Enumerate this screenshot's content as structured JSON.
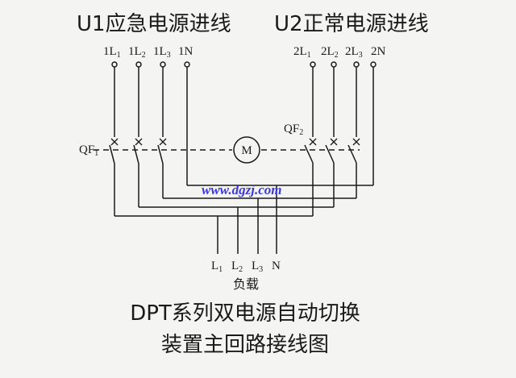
{
  "diagram": {
    "source1_title": "U1应急电源进线",
    "source2_title": "U2正常电源进线",
    "source1_terminals": [
      {
        "base": "1L",
        "sub": "1"
      },
      {
        "base": "1L",
        "sub": "2"
      },
      {
        "base": "1L",
        "sub": "3"
      },
      {
        "base": "1N",
        "sub": ""
      }
    ],
    "source2_terminals": [
      {
        "base": "2L",
        "sub": "1"
      },
      {
        "base": "2L",
        "sub": "2"
      },
      {
        "base": "2L",
        "sub": "3"
      },
      {
        "base": "2N",
        "sub": ""
      }
    ],
    "breaker1": {
      "base": "QF",
      "sub": "1"
    },
    "breaker2": {
      "base": "QF",
      "sub": "2"
    },
    "motor_label": "M",
    "watermark": "www.dgzj.com",
    "load_terminals": [
      {
        "base": "L",
        "sub": "1"
      },
      {
        "base": "L",
        "sub": "2"
      },
      {
        "base": "L",
        "sub": "3"
      },
      {
        "base": "N",
        "sub": ""
      }
    ],
    "load_label": "负载",
    "caption_line1": "DPT系列双电源自动切换",
    "caption_line2": "装置主回路接线图",
    "colors": {
      "line": "#1a1a1a",
      "watermark": "#3a3ad8",
      "background": "#f4f4f2"
    }
  }
}
